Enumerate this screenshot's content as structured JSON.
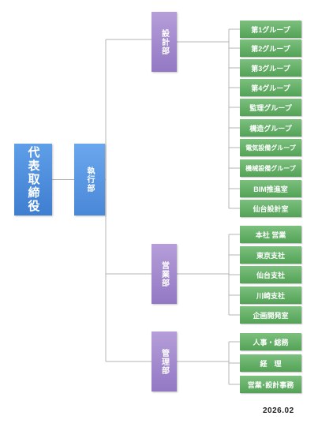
{
  "top": {
    "label": "代表取締役"
  },
  "executive": {
    "label": "執行部"
  },
  "departments": [
    {
      "label": "設計部",
      "groups": [
        "第1グループ",
        "第2グループ",
        "第3グループ",
        "第4グループ",
        "監理グループ",
        "構造グループ",
        "電気設備グループ",
        "機械設備グループ",
        "BIM推進室",
        "仙台設計室"
      ]
    },
    {
      "label": "営業部",
      "groups": [
        "本社 営業",
        "東京支社",
        "仙台支社",
        "川崎支社",
        "企画開発室"
      ]
    },
    {
      "label": "管理部",
      "groups": [
        "人事・総務",
        "経　理",
        "営業･設計事務"
      ]
    }
  ],
  "date": "2026.02",
  "colors": {
    "top": "#4a8ad9",
    "executive": "#5896e2",
    "department": "#a38bcf",
    "group": "#64b068",
    "connector": "#b4b4b4"
  }
}
